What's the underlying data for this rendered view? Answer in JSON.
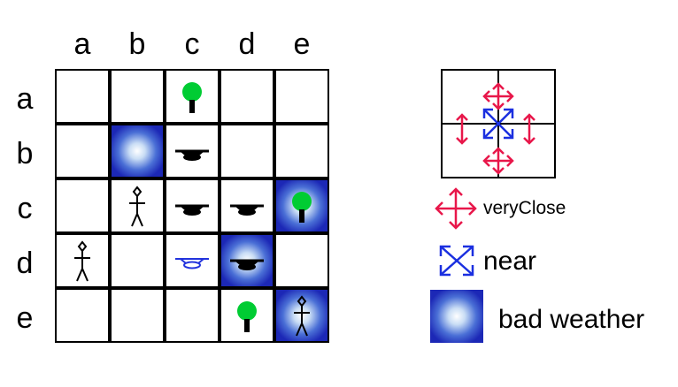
{
  "grid": {
    "column_labels": [
      "a",
      "b",
      "c",
      "d",
      "e"
    ],
    "row_labels": [
      "a",
      "b",
      "c",
      "d",
      "e"
    ],
    "cells": [
      {
        "row": 0,
        "col": 2,
        "icons": [
          "tree"
        ],
        "bad_weather": false
      },
      {
        "row": 1,
        "col": 1,
        "icons": [],
        "bad_weather": true
      },
      {
        "row": 1,
        "col": 2,
        "icons": [
          "drone-black"
        ],
        "bad_weather": false
      },
      {
        "row": 2,
        "col": 1,
        "icons": [
          "person"
        ],
        "bad_weather": false
      },
      {
        "row": 2,
        "col": 2,
        "icons": [
          "drone-black"
        ],
        "bad_weather": false
      },
      {
        "row": 2,
        "col": 3,
        "icons": [
          "drone-black"
        ],
        "bad_weather": false
      },
      {
        "row": 2,
        "col": 4,
        "icons": [
          "tree"
        ],
        "bad_weather": true
      },
      {
        "row": 3,
        "col": 0,
        "icons": [
          "person"
        ],
        "bad_weather": false
      },
      {
        "row": 3,
        "col": 2,
        "icons": [
          "drone-blue"
        ],
        "bad_weather": false
      },
      {
        "row": 3,
        "col": 3,
        "icons": [
          "drone-black"
        ],
        "bad_weather": true
      },
      {
        "row": 4,
        "col": 3,
        "icons": [
          "tree"
        ],
        "bad_weather": false
      },
      {
        "row": 4,
        "col": 4,
        "icons": [
          "person"
        ],
        "bad_weather": true
      }
    ]
  },
  "legend": {
    "very_close_label": "veryClose",
    "near_label": "near",
    "bad_weather_label": "bad weather"
  },
  "colors": {
    "very_close": "#e8174a",
    "near": "#1a2fe0",
    "tree": "#00cc33",
    "drone_blue": "#2233dd",
    "bad_weather_center": "#ffffff",
    "bad_weather_edge": "#1c28b6"
  }
}
